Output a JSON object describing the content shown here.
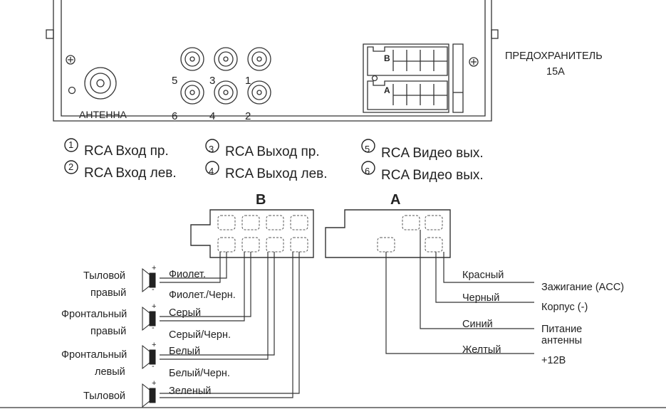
{
  "panel": {
    "antenna_label": "АНТЕННА",
    "fuse_label": "ПРЕДОХРАНИТЕЛЬ",
    "fuse_value": "15А",
    "rca_numbers": [
      "5",
      "3",
      "1",
      "6",
      "4",
      "2"
    ],
    "iso_b_letter": "B",
    "iso_a_letter": "A"
  },
  "legend": [
    {
      "num": "1",
      "text": "RCA Вход пр."
    },
    {
      "num": "2",
      "text": "RCA Вход лев."
    },
    {
      "num": "3",
      "text": "RCA Выход пр."
    },
    {
      "num": "4",
      "text": "RCA Выход лев."
    },
    {
      "num": "5",
      "text": "RCA Видео вых."
    },
    {
      "num": "6",
      "text": "RCA Видео вых."
    }
  ],
  "connectors": {
    "b_label": "B",
    "a_label": "A"
  },
  "speakers": [
    {
      "name_line1": "Тыловой",
      "name_line2": "правый",
      "wire": "Фиолет.",
      "wire_neg": "Фиолет./Черн."
    },
    {
      "name_line1": "Фронтальный",
      "name_line2": "правый",
      "wire": "Серый",
      "wire_neg": "Серый/Черн."
    },
    {
      "name_line1": "Фронтальный",
      "name_line2": "левый",
      "wire": "Белый",
      "wire_neg": "Белый/Черн."
    },
    {
      "name_line1": "Тыловой",
      "name_line2": "",
      "wire": "Зеленый",
      "wire_neg": ""
    }
  ],
  "speaker_plus": "+",
  "speaker_minus": "-",
  "power_wires": [
    {
      "color": "Красный",
      "function": "Зажигание (ACC)"
    },
    {
      "color": "Черный",
      "function": "Корпус (-)"
    },
    {
      "color": "Синий",
      "function_line1": "Питание",
      "function_line2": "антенны"
    },
    {
      "color": "Желтый",
      "function": "+12В"
    }
  ]
}
